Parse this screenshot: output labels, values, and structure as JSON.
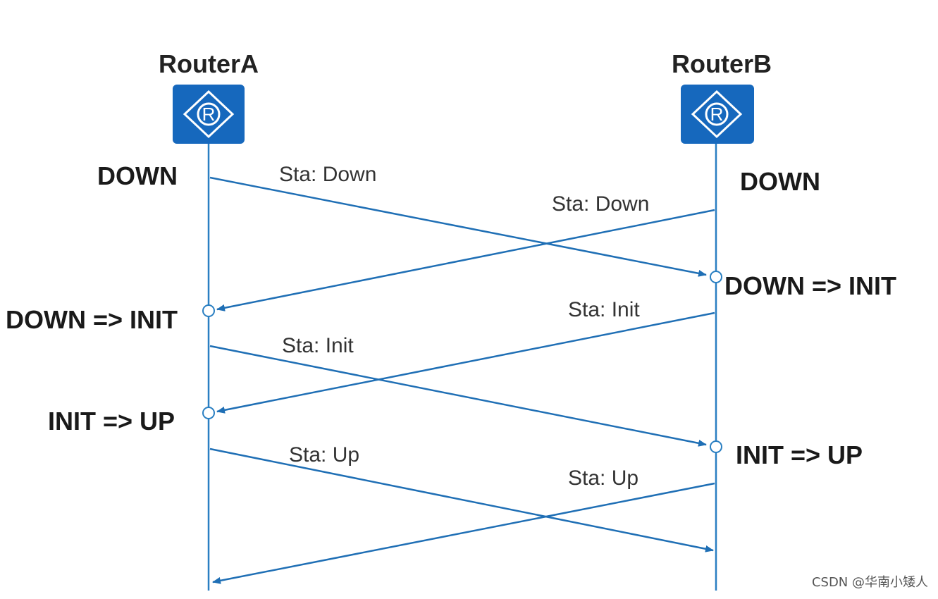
{
  "routers": {
    "a": {
      "name": "RouterA",
      "icon": "router-icon",
      "icon_letter": "R"
    },
    "b": {
      "name": "RouterB",
      "icon": "router-icon",
      "icon_letter": "R"
    }
  },
  "states": {
    "a_initial": "DOWN",
    "b_initial": "DOWN",
    "b_down_init": "DOWN => INIT",
    "a_down_init": "DOWN => INIT",
    "a_init_up": "INIT => UP",
    "b_init_up": "INIT => UP"
  },
  "messages": {
    "a_to_b_down": "Sta: Down",
    "b_to_a_down": "Sta: Down",
    "b_to_a_init": "Sta: Init",
    "a_to_b_init": "Sta: Init",
    "a_to_b_up": "Sta: Up",
    "b_to_a_up": "Sta: Up"
  },
  "colors": {
    "router_blue": "#1668bd",
    "line_blue": "#1f6fb5"
  },
  "watermark": "CSDN @华南小矮人"
}
